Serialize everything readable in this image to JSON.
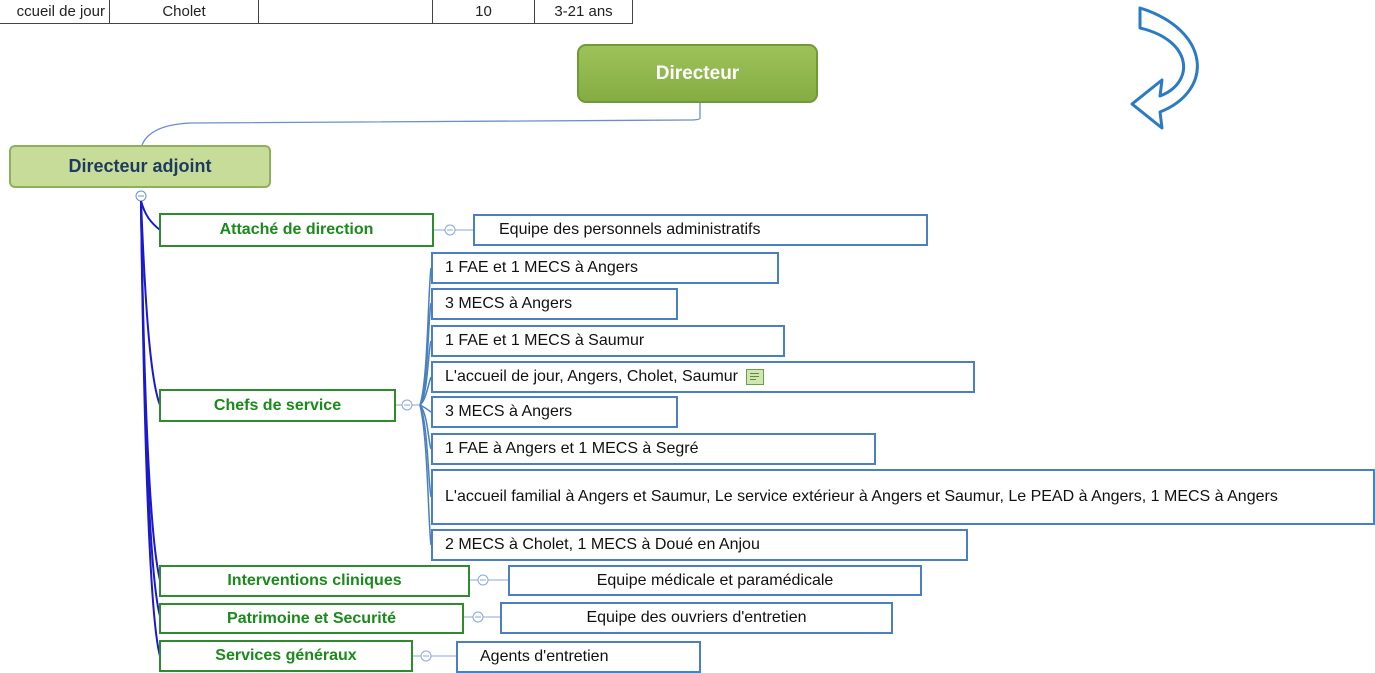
{
  "top_table": {
    "cells": [
      "ccueil de jour",
      "Cholet",
      "",
      "10",
      "3-21 ans"
    ]
  },
  "diagram": {
    "root": "Directeur",
    "adjoint": "Directeur adjoint",
    "categories": [
      {
        "label": "Attaché de direction",
        "children": [
          "Equipe des personnels administratifs"
        ]
      },
      {
        "label": "Chefs de service",
        "children": [
          "1 FAE et 1 MECS à Angers",
          "3 MECS à Angers",
          "1 FAE et 1 MECS à Saumur",
          "L'accueil de jour, Angers, Cholet, Saumur",
          "3 MECS à Angers",
          "1 FAE à Angers et 1 MECS à Segré",
          "L'accueil familial à Angers et Saumur, Le service extérieur à Angers et Saumur, Le PEAD à Angers, 1 MECS à Angers",
          "2 MECS à Cholet, 1 MECS à Doué en Anjou"
        ]
      },
      {
        "label": "Interventions cliniques",
        "children": [
          "Equipe médicale et paramédicale"
        ]
      },
      {
        "label": "Patrimoine et Securité",
        "children": [
          "Equipe des ouvriers d'entretien"
        ]
      },
      {
        "label": "Services généraux",
        "children": [
          "Agents d'entretien"
        ]
      }
    ]
  },
  "icons": {
    "note": "note-icon",
    "collapse": "collapse-icon",
    "curved_arrow": "curved-arrow-icon"
  },
  "colors": {
    "root_fill": "#8fb54d",
    "adjoint_fill": "#c8dc9a",
    "category_border": "#2e8b2e",
    "category_text": "#1a8a1a",
    "leaf_border": "#4a7fc1",
    "connector": "#1a1acc",
    "arrow": "#2a7bc4"
  }
}
